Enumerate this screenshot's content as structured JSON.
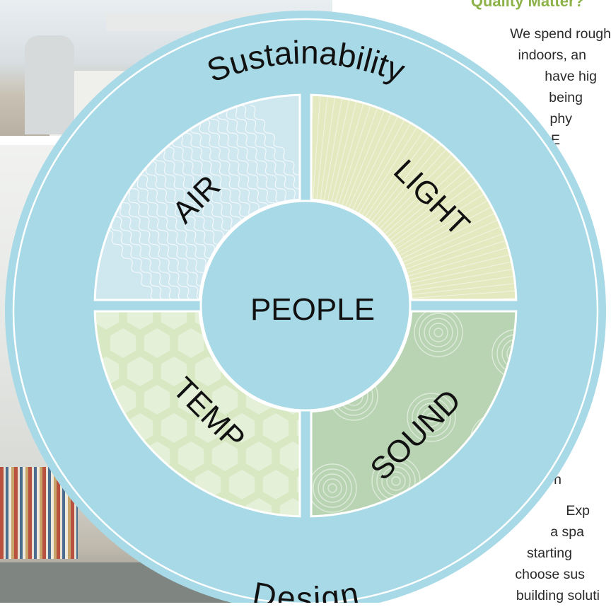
{
  "heading": "Quality Matter?",
  "body_lines_top": [
    "We spend rough",
    "indoors, an",
    "have hig",
    "being",
    "phy",
    "E"
  ],
  "body_lines_bottom": [
    "h",
    "Exp",
    "a spa",
    "starting",
    "choose sus",
    "building soluti"
  ],
  "diagram": {
    "outer_top": "Sustainability",
    "outer_bottom": "Design",
    "center": "PEOPLE",
    "quadrants": {
      "air": "AIR",
      "light": "LIGHT",
      "temp": "TEMP",
      "sound": "SOUND"
    }
  },
  "colors": {
    "ring": "#a7d9e6",
    "center": "#a7d9e6",
    "air": "#cfe7ef",
    "light": "#e4e9c0",
    "temp": "#d7e8c3",
    "sound": "#b9d4b3",
    "heading": "#8db249"
  }
}
